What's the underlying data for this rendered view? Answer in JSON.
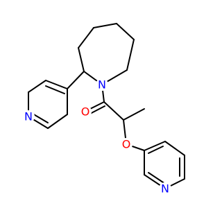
{
  "molecule": {
    "colors": {
      "bond": "#000000",
      "nitrogen": "#0000ff",
      "oxygen": "#ff0000",
      "background": "#ffffff"
    },
    "atoms": [
      {
        "id": "n-azepane",
        "element": "N",
        "label": "N",
        "color": "#0000ff"
      },
      {
        "id": "n-pyridine-4yl",
        "element": "N",
        "label": "N",
        "color": "#0000ff"
      },
      {
        "id": "o-carbonyl",
        "element": "O",
        "label": "O",
        "color": "#ff0000"
      },
      {
        "id": "o-ether",
        "element": "O",
        "label": "O",
        "color": "#ff0000"
      },
      {
        "id": "n-pyridine-3yl",
        "element": "N",
        "label": "N",
        "color": "#0000ff"
      }
    ]
  }
}
